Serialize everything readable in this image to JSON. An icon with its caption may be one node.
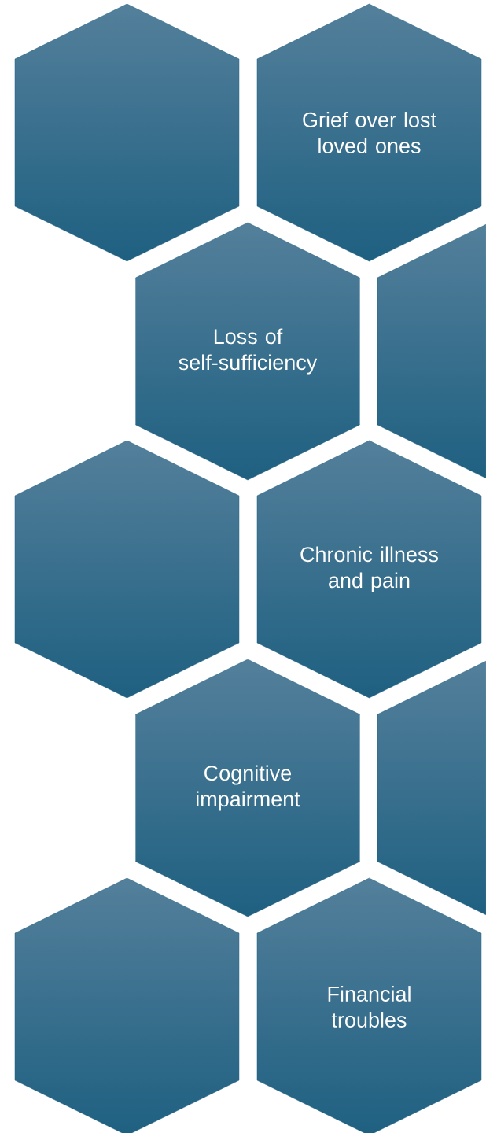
{
  "diagram": {
    "nodes": [
      {
        "text": [],
        "shape": "hexagon"
      },
      {
        "text": [
          "Grief over lost loved ones"
        ]
      },
      {
        "text": [
          "Loss of self-sufficiency"
        ]
      },
      {
        "text": [],
        "shape": "hexagon"
      },
      {
        "text": [],
        "shape": "hexagon"
      },
      {
        "text": [
          "Chronic illness and pain"
        ]
      },
      {
        "text": [
          "Cognitive impairment"
        ]
      },
      {
        "text": [],
        "shape": "hexagon"
      },
      {
        "text": [],
        "shape": "hexagon"
      },
      {
        "text": [
          "Financial troubles"
        ]
      }
    ]
  }
}
